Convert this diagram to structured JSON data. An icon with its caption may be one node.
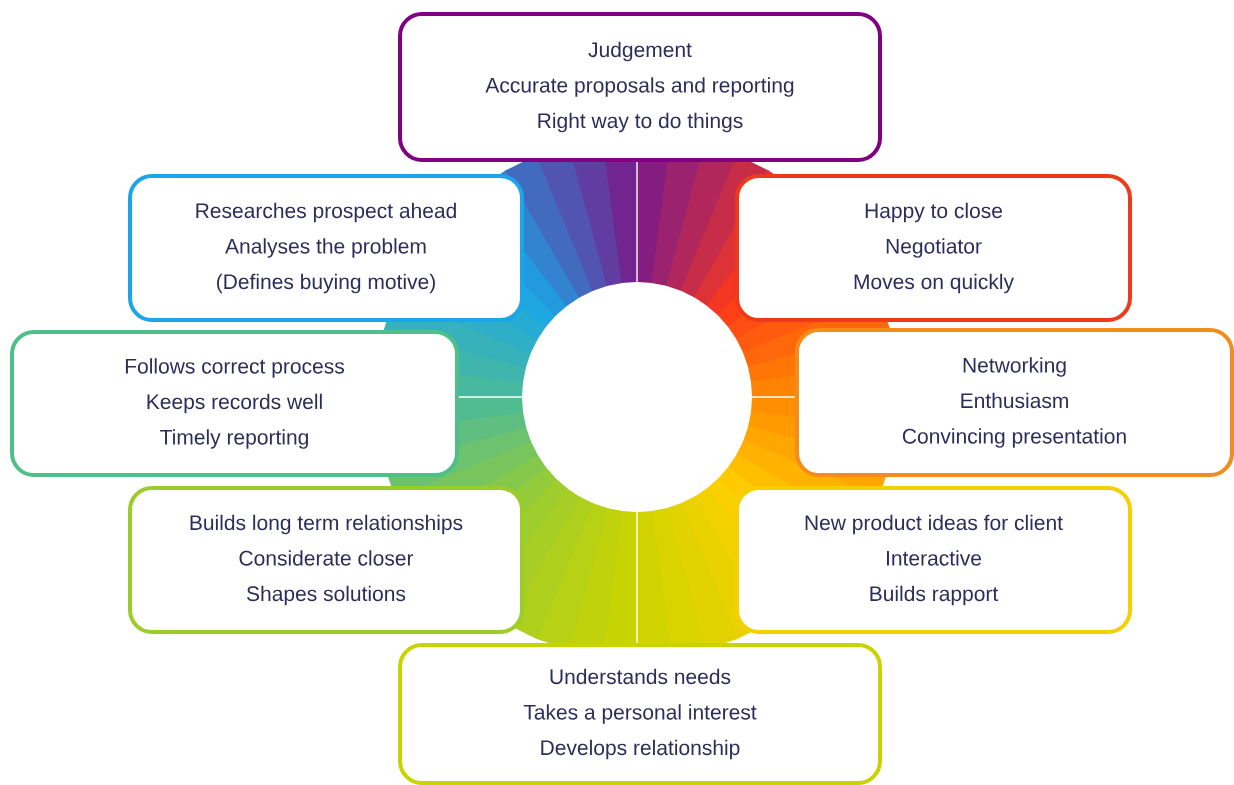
{
  "diagram": {
    "nodes": [
      {
        "text": [
          "Judgement",
          "Accurate proposals and reporting",
          "Right way to do things"
        ]
      },
      {
        "text": [
          "Researches prospect ahead",
          "Analyses the problem",
          "(Defines buying motive)"
        ]
      },
      {
        "text": [
          "Happy to close",
          "Negotiator",
          "Moves on quickly"
        ]
      },
      {
        "text": [
          "Follows correct process",
          "Keeps records well",
          "Timely reporting"
        ]
      },
      {
        "text": [
          "Networking",
          "Enthusiasm",
          "Convincing presentation"
        ]
      },
      {
        "text": [
          "Builds long term relationships",
          "Considerate closer",
          "Shapes solutions"
        ]
      },
      {
        "text": [
          "New product ideas for client",
          "Interactive",
          "Builds rapport"
        ]
      },
      {
        "text": [
          "Understands needs",
          "Takes a personal interest",
          "Develops relationship"
        ]
      }
    ]
  }
}
